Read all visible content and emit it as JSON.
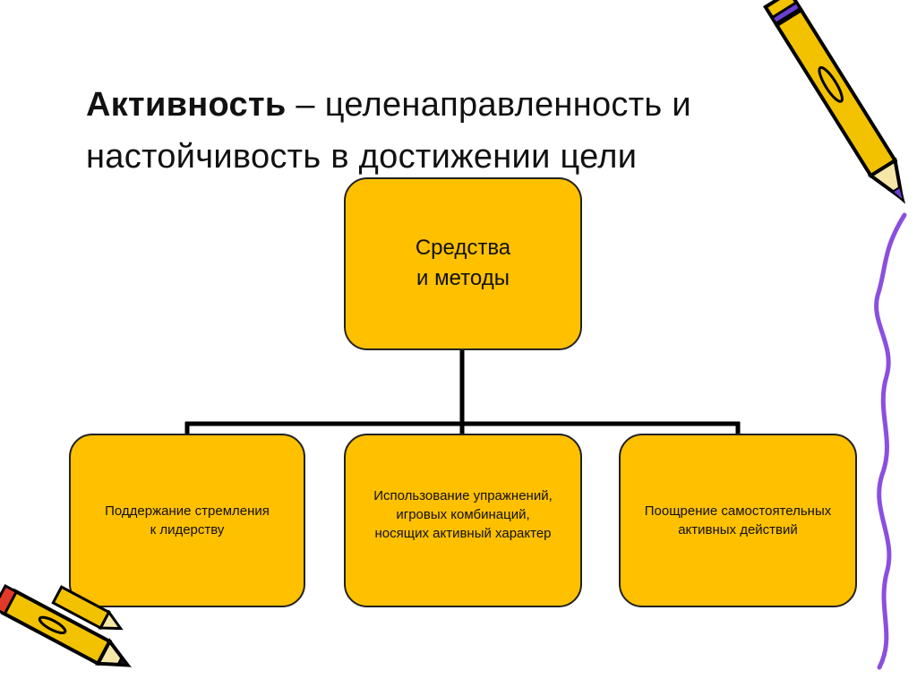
{
  "title": {
    "bold": "Активность",
    "dash": " – ",
    "rest": "целенаправленность и настойчивость в достижении цели"
  },
  "diagram": {
    "root": {
      "line1": "Средства",
      "line2": "и методы"
    },
    "children": [
      {
        "lines": [
          "Поддержание стремления",
          "к лидерству"
        ]
      },
      {
        "lines": [
          "Использование упражнений,",
          "игровых комбинаций,",
          "носящих активный характер"
        ]
      },
      {
        "lines": [
          "Поощрение самостоятельных",
          "активных действий"
        ]
      }
    ]
  },
  "colors": {
    "box_fill": "#FFC000",
    "box_border": "#222222",
    "connector": "#000000",
    "pencil_body": "#F2C200",
    "pencil_outline": "#000000",
    "decor_line": "#8B4FE0"
  },
  "icons": [
    "pencil-icon",
    "pencil-icon"
  ]
}
